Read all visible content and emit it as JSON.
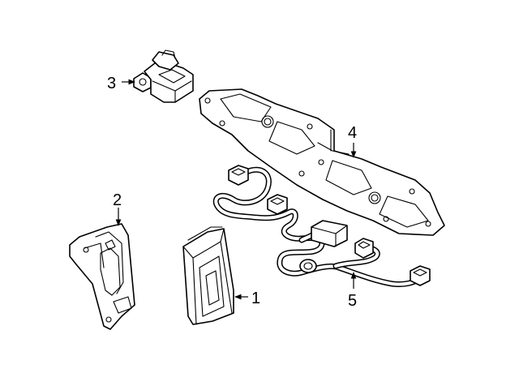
{
  "callouts": {
    "c1": "1",
    "c2": "2",
    "c3": "3",
    "c4": "4",
    "c5": "5"
  },
  "colors": {
    "line": "#000000",
    "background": "#ffffff"
  }
}
